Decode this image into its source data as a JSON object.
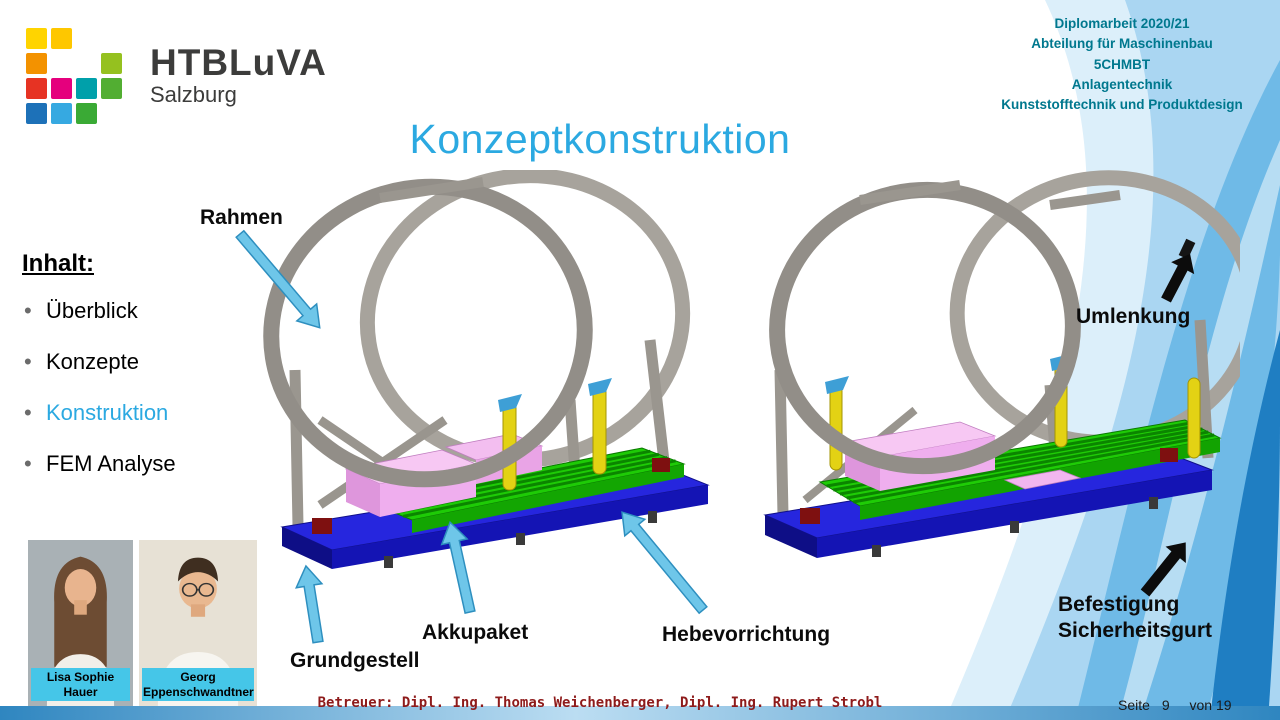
{
  "slide": {
    "title": "Konzeptkonstruktion",
    "footer_betreuer": "Betreuer: Dipl. Ing. Thomas Weichenberger, Dipl. Ing. Rupert Strobl",
    "page": {
      "label": "Seite",
      "number": "9",
      "of": "von 19"
    }
  },
  "logo": {
    "name": "HTBLuVA",
    "city": "Salzburg"
  },
  "header_right": {
    "lines": [
      "Diplomarbeit 2020/21",
      "Abteilung für Maschinenbau",
      "5CHMBT",
      "Anlagentechnik",
      "Kunststofftechnik und Produktdesign"
    ]
  },
  "agenda": {
    "heading": "Inhalt:",
    "items": [
      {
        "label": "Überblick",
        "active": false
      },
      {
        "label": "Konzepte",
        "active": false
      },
      {
        "label": "Konstruktion",
        "active": true
      },
      {
        "label": "FEM Analyse",
        "active": false
      }
    ]
  },
  "annotations": {
    "rahmen": "Rahmen",
    "umlenkung": "Umlenkung",
    "akkupaket": "Akkupaket",
    "grundgestell": "Grundgestell",
    "hebevorrichtung": "Hebevorrichtung",
    "befestigung": "Befestigung Sicherheitsgurt"
  },
  "people": [
    {
      "name": "Lisa Sophie Hauer"
    },
    {
      "name": "Georg Eppenschwandtner"
    }
  ],
  "colors": {
    "accent_cyan": "#2BA9E1",
    "header_teal": "#00788E",
    "betreuer_red": "#8E1B1B",
    "arrow_blue": "#6EC6E9",
    "base_blue": "#2626DE",
    "deck_green": "#1ECB06",
    "battery_pink": "#F7C8F3",
    "post_yellow": "#E3D214",
    "nametag_cyan": "#45C6E8"
  }
}
